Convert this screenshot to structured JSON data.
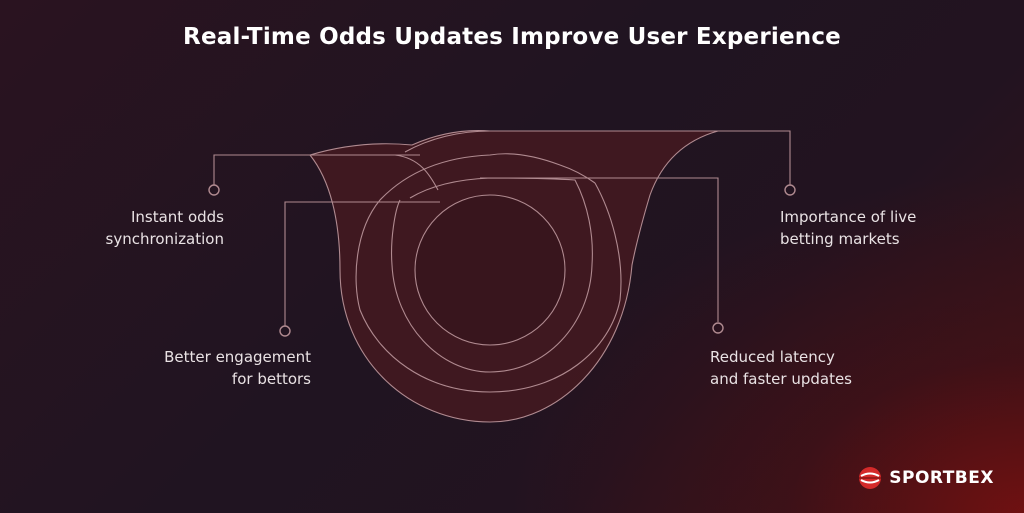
{
  "title": "Real-Time Odds Updates Improve User Experience",
  "labels": {
    "instant": [
      "Instant odds",
      "synchronization"
    ],
    "engagement": [
      "Better engagement",
      "for bettors"
    ],
    "importance": [
      "Importance of live",
      "betting markets"
    ],
    "latency": [
      "Reduced latency",
      "and faster updates"
    ]
  },
  "brand": {
    "name": "SPORTBEX",
    "logo_icon": "sportbex-logo-icon"
  },
  "colors": {
    "line": "#b08a90",
    "shape_fill": "#4a1a1f",
    "accent_red": "#d42a2a"
  }
}
